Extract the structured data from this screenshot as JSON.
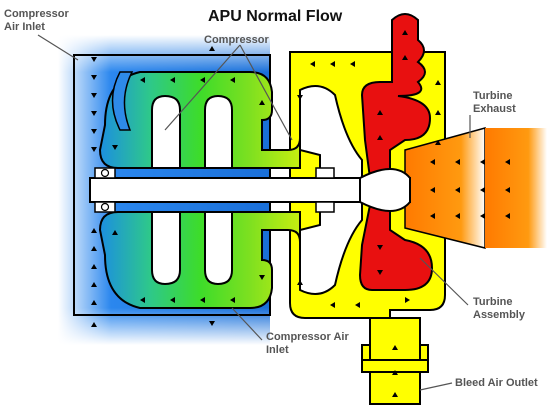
{
  "diagram": {
    "title": "APU Normal Flow",
    "labels": {
      "compressor_air_inlet_top": "Compressor\nAir Inlet",
      "compressor": "Compressor",
      "turbine_exhaust": "Turbine\nExhaust",
      "turbine_assembly": "Turbine\nAssembly",
      "compressor_air_inlet_bottom": "Compressor Air\nInlet",
      "bleed_air_outlet": "Bleed Air Outlet"
    },
    "colors": {
      "inlet_air": "#1e7be6",
      "compressor_flow": "#33d633",
      "combustion_case": "#ffff00",
      "turbine_hot_gas": "#e81010",
      "exhaust": "#ff8a00",
      "shaft": "#ffffff",
      "outline": "#000000",
      "label_text": "#555555"
    }
  }
}
